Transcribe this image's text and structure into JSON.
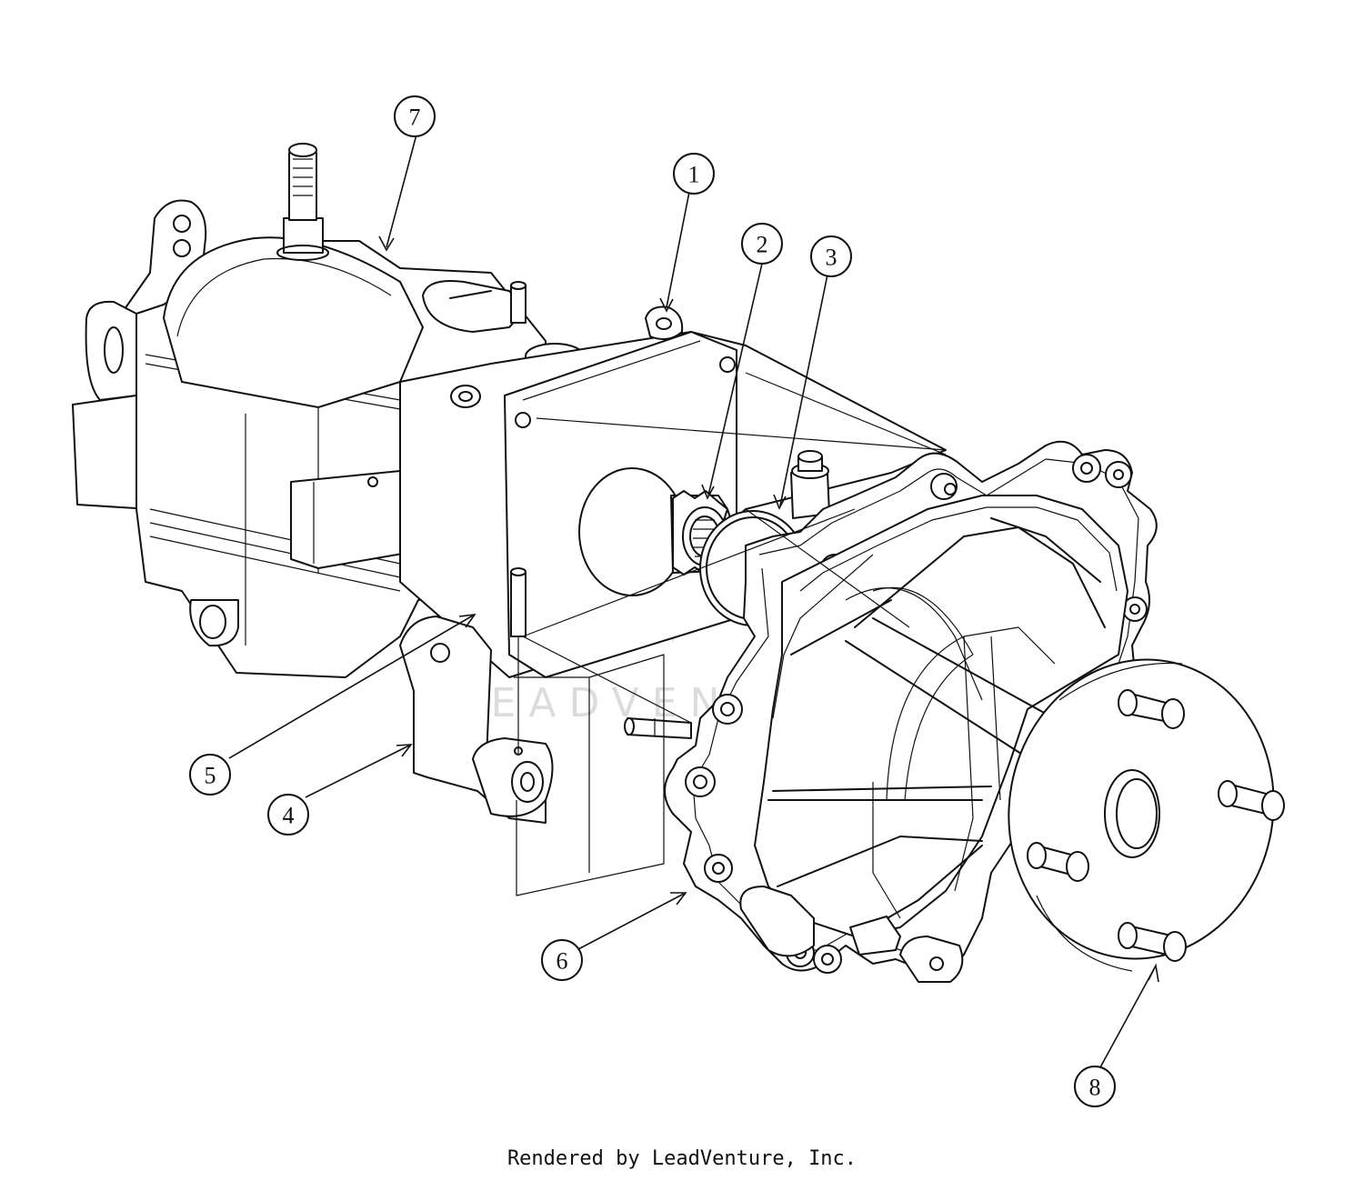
{
  "diagram": {
    "callouts": [
      {
        "id": "1",
        "label": "1"
      },
      {
        "id": "2",
        "label": "2"
      },
      {
        "id": "3",
        "label": "3"
      },
      {
        "id": "4",
        "label": "4"
      },
      {
        "id": "5",
        "label": "5"
      },
      {
        "id": "6",
        "label": "6"
      },
      {
        "id": "7",
        "label": "7"
      },
      {
        "id": "8",
        "label": "8"
      }
    ],
    "watermark": "LEADVENTURE"
  },
  "footer": {
    "credit": "Rendered by LeadVenture, Inc."
  }
}
